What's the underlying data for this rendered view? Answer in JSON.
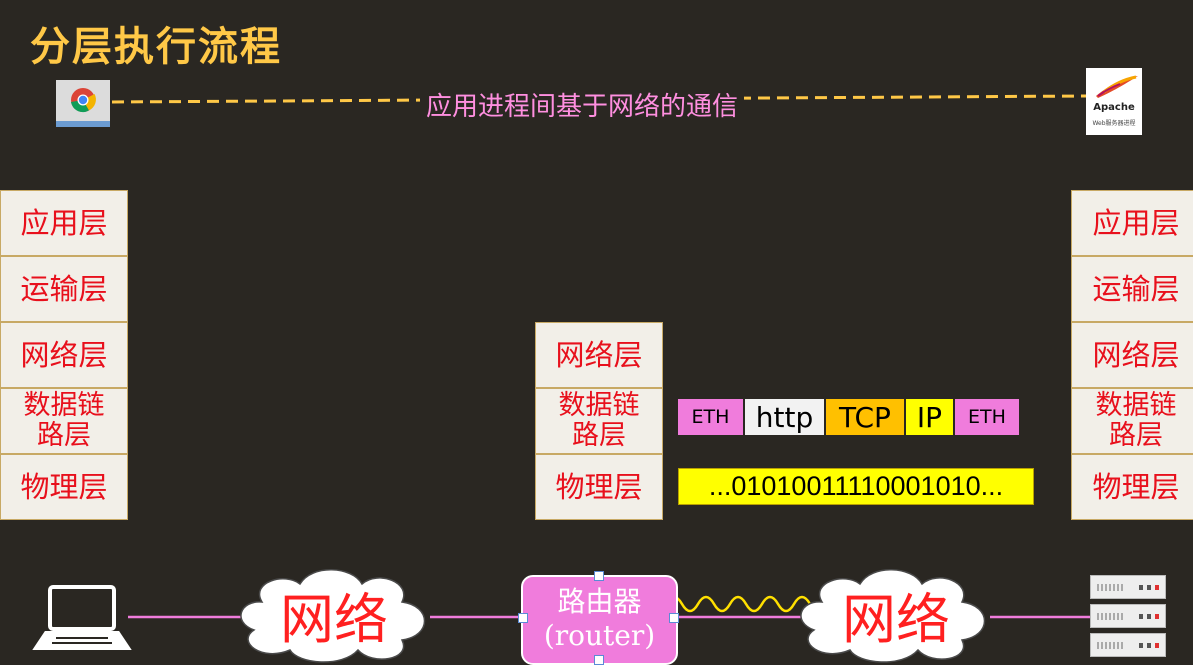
{
  "title": "分层执行流程",
  "communication_label": "应用进程间基于网络的通信",
  "apache_logo": {
    "name": "Apache",
    "caption": "Web服务器进程"
  },
  "left_stack": [
    {
      "label": "应用层"
    },
    {
      "label": "运输层"
    },
    {
      "label": "网络层"
    },
    {
      "label": "数据链\n路层"
    },
    {
      "label": "物理层"
    }
  ],
  "middle_stack": [
    {
      "label": "网络层"
    },
    {
      "label": "数据链\n路层"
    },
    {
      "label": "物理层"
    }
  ],
  "right_stack": [
    {
      "label": "应用层"
    },
    {
      "label": "运输层"
    },
    {
      "label": "网络层"
    },
    {
      "label": "数据链\n路层"
    },
    {
      "label": "物理层"
    }
  ],
  "packet": [
    {
      "label": "ETH",
      "color": "#f07cdc"
    },
    {
      "label": "http",
      "color": "#f2f2f2"
    },
    {
      "label": "TCP",
      "color": "#ffc000"
    },
    {
      "label": "IP",
      "color": "#ffff00"
    },
    {
      "label": "ETH",
      "color": "#f07cdc"
    }
  ],
  "bitstream": "...01010011110001010...",
  "network_label_left": "网络",
  "network_label_right": "网络",
  "router": {
    "label": "路由器",
    "sublabel": "(router)"
  },
  "colors": {
    "background": "#2a2722",
    "title": "#ffc847",
    "link_line": "#f07cdc",
    "dashed_line": "#ffc847",
    "layer_text": "#e8101c"
  },
  "icons": [
    "chrome-icon",
    "apache-feather-icon",
    "laptop-icon",
    "server-icon",
    "cloud-icon"
  ]
}
